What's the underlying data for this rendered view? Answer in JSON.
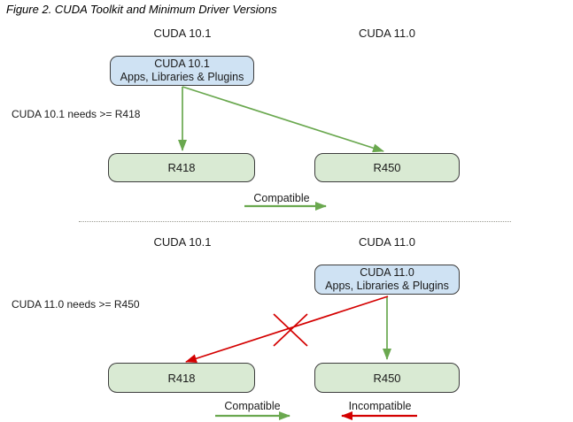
{
  "title": "Figure 2. CUDA Toolkit and Minimum Driver Versions",
  "colors": {
    "blue_box_fill": "#cfe2f3",
    "green_box_fill": "#d9ead3",
    "box_border": "#3d3d3d",
    "arrow_green": "#6aa84f",
    "arrow_red": "#d40000",
    "text": "#1a1a1a"
  },
  "top_section": {
    "column_headers": [
      "CUDA 10.1",
      "CUDA 11.0"
    ],
    "source_box": {
      "line1": "CUDA 10.1",
      "line2": "Apps, Libraries & Plugins"
    },
    "requirement_label": "CUDA 10.1 needs >= R418",
    "driver_boxes": [
      "R418",
      "R450"
    ],
    "legend": {
      "compatible": "Compatible"
    }
  },
  "bottom_section": {
    "column_headers": [
      "CUDA 10.1",
      "CUDA 11.0"
    ],
    "source_box": {
      "line1": "CUDA 11.0",
      "line2": "Apps, Libraries & Plugins"
    },
    "requirement_label": "CUDA 11.0 needs >= R450",
    "driver_boxes": [
      "R418",
      "R450"
    ],
    "legend": {
      "compatible": "Compatible",
      "incompatible": "Incompatible"
    }
  }
}
